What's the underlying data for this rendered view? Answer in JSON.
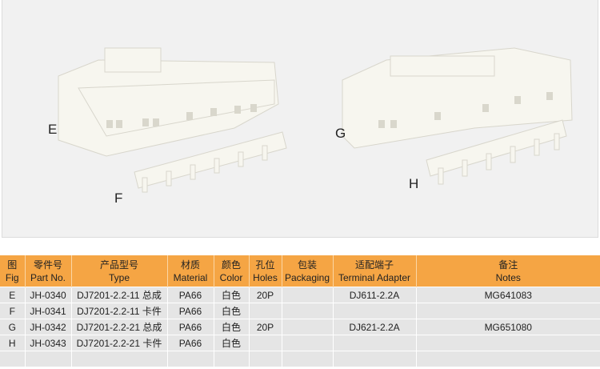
{
  "figure_labels": [
    "E",
    "F",
    "G",
    "H"
  ],
  "table": {
    "headers": [
      {
        "zh": "图",
        "en": "Fig"
      },
      {
        "zh": "零件号",
        "en": "Part No."
      },
      {
        "zh": "产品型号",
        "en": "Type"
      },
      {
        "zh": "材质",
        "en": "Material"
      },
      {
        "zh": "颜色",
        "en": "Color"
      },
      {
        "zh": "孔位",
        "en": "Holes"
      },
      {
        "zh": "包装",
        "en": "Packaging"
      },
      {
        "zh": "适配端子",
        "en": "Terminal Adapter"
      },
      {
        "zh": "备注",
        "en": "Notes"
      }
    ],
    "rows": [
      [
        "E",
        "JH-0340",
        "DJ7201-2.2-11 总成",
        "PA66",
        "白色",
        "20P",
        "",
        "DJ611-2.2A",
        "MG641083"
      ],
      [
        "F",
        "JH-0341",
        "DJ7201-2.2-11 卡件",
        "PA66",
        "白色",
        "",
        "",
        "",
        ""
      ],
      [
        "G",
        "JH-0342",
        "DJ7201-2.2-21 总成",
        "PA66",
        "白色",
        "20P",
        "",
        "DJ621-2.2A",
        "MG651080"
      ],
      [
        "H",
        "JH-0343",
        "DJ7201-2.2-21 卡件",
        "PA66",
        "白色",
        "",
        "",
        "",
        ""
      ],
      [
        "",
        "",
        "",
        "",
        "",
        "",
        "",
        "",
        ""
      ]
    ]
  }
}
